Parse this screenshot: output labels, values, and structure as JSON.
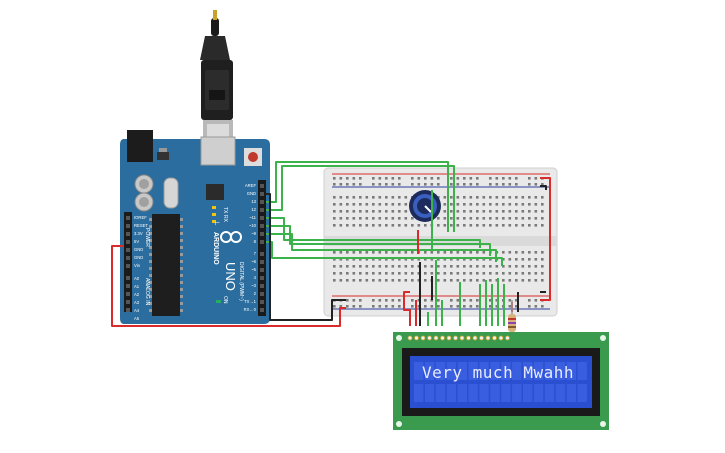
{
  "board": {
    "name": "Arduino UNO",
    "brand_text": "ARDUINO",
    "model_text": "UNO",
    "digital_header_label": "DIGITAL (PWM~)",
    "power_label": "POWER",
    "analog_label": "ANALOG IN",
    "top_header_pins": [
      "AREF",
      "GND",
      "13",
      "12",
      "~11",
      "~10",
      "~9",
      "8",
      "7",
      "~6",
      "~5",
      "4",
      "~3",
      "2",
      "TX→1",
      "RX←0"
    ],
    "power_pins": [
      "IOREF",
      "RESET",
      "3.3V",
      "5V",
      "GND",
      "GND",
      "Vin"
    ],
    "analog_pins": [
      "A0",
      "A1",
      "A2",
      "A3",
      "A4",
      "A5"
    ],
    "led_labels": [
      "L",
      "TX",
      "RX",
      "ON"
    ]
  },
  "lcd": {
    "text": "Very much Mwahh"
  },
  "colors": {
    "board_blue": "#2a6d9e",
    "wire_green": "#3bb34a",
    "wire_red": "#d92b2b",
    "wire_black": "#222222",
    "lcd_pcb": "#3a9a4e",
    "lcd_screen": "#2b4fd1",
    "breadboard": "#e9e9e9"
  },
  "components": {
    "usb": "usb-cable-icon",
    "potentiometer": "potentiometer-icon",
    "resistor": "resistor-icon",
    "reset_button": "reset-button-icon"
  }
}
